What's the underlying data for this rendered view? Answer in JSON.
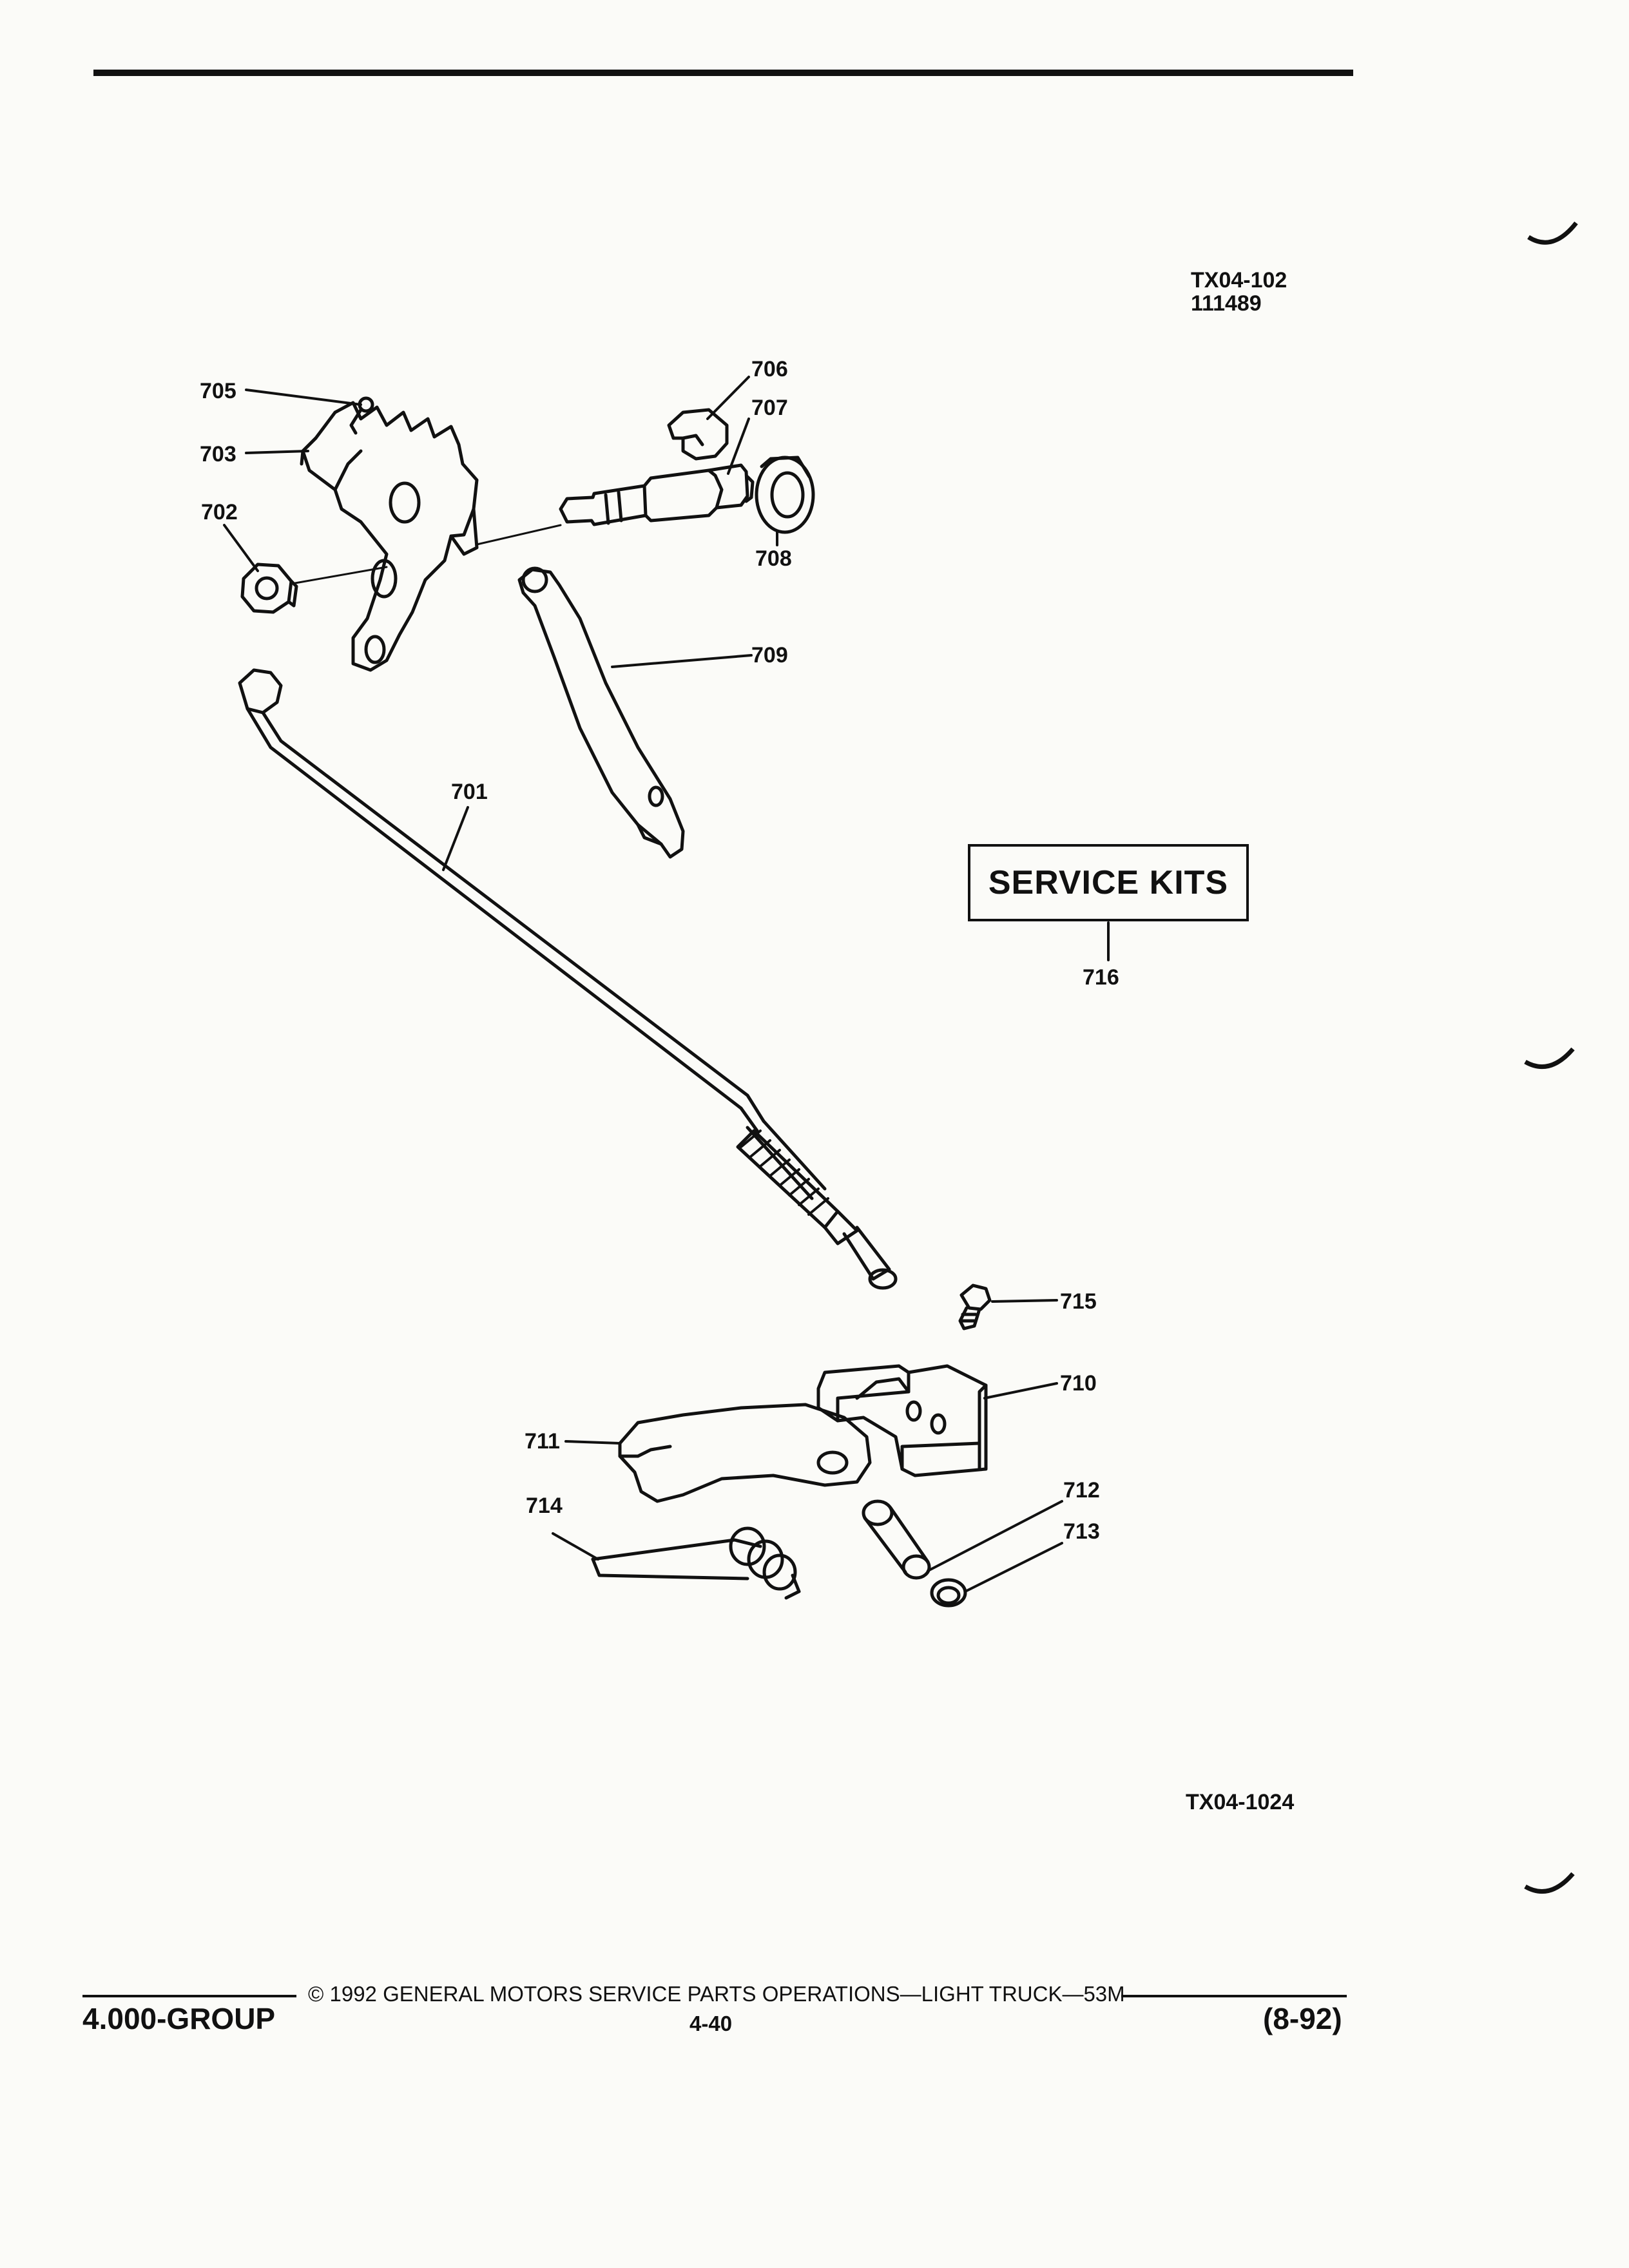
{
  "header": {
    "code_line1": "TX04-102",
    "code_line2": "111489"
  },
  "callouts": {
    "c701": "701",
    "c702": "702",
    "c703": "703",
    "c705": "705",
    "c706": "706",
    "c707": "707",
    "c708": "708",
    "c709": "709",
    "c710": "710",
    "c711": "711",
    "c712": "712",
    "c713": "713",
    "c714": "714",
    "c715": "715",
    "c716": "716"
  },
  "service_kits": {
    "label": "SERVICE KITS"
  },
  "figure_code": "TX04-1024",
  "footer": {
    "copyright": "© 1992 GENERAL MOTORS SERVICE PARTS OPERATIONS—LIGHT TRUCK—53M",
    "group": "4.000-GROUP",
    "page": "4-40",
    "date": "(8-92)"
  }
}
